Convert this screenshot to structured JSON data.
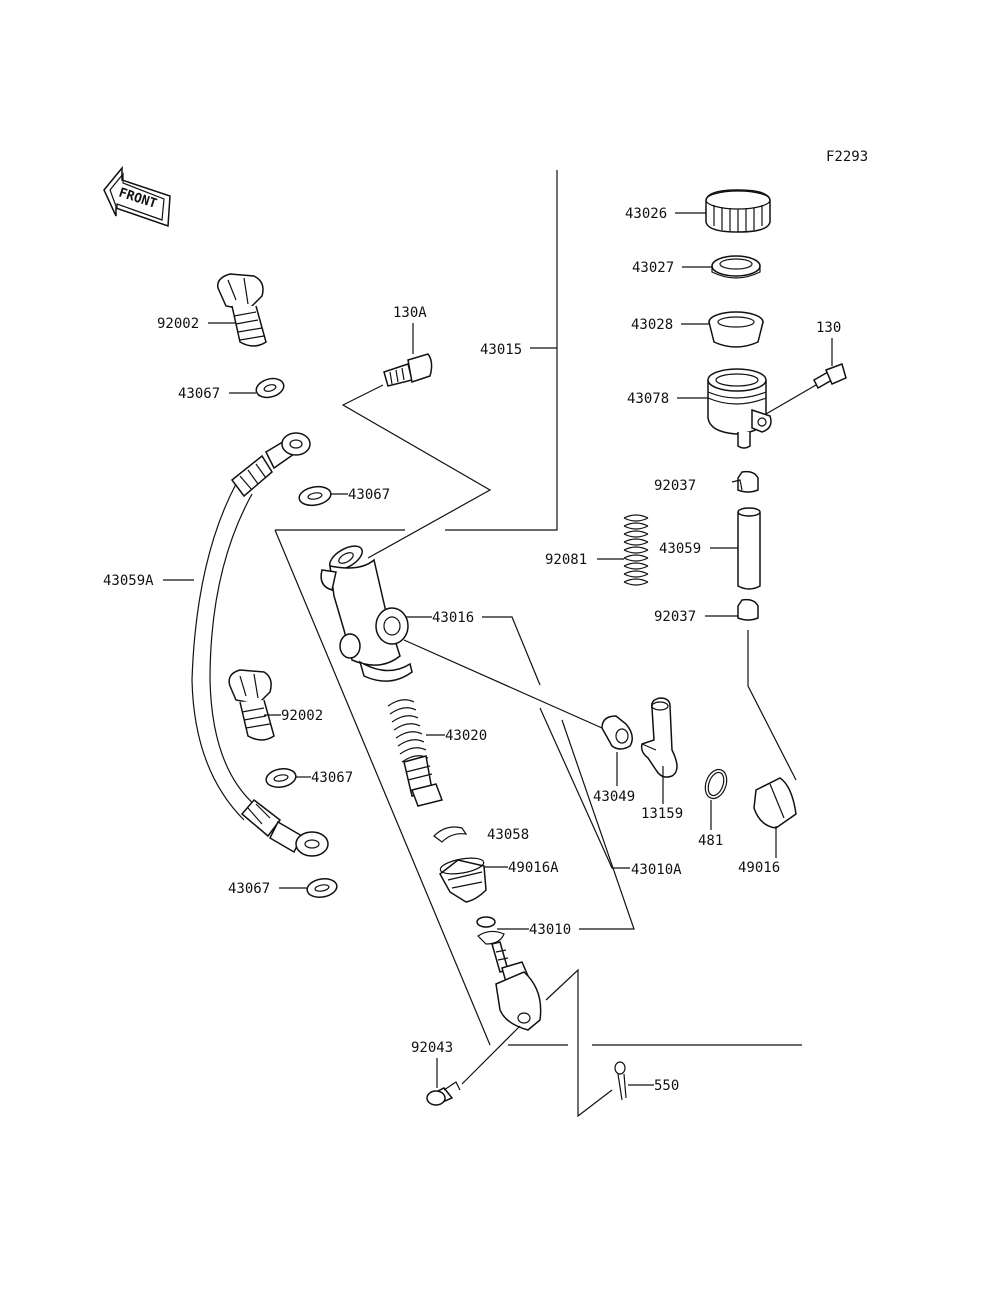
{
  "figure_code": "F2293",
  "front_label": "FRONT",
  "parts": {
    "p43026": "43026",
    "p43027": "43027",
    "p43028": "43028",
    "p130": "130",
    "p43078": "43078",
    "p92037_top": "92037",
    "p43059": "43059",
    "p92081": "92081",
    "p92037_bot": "92037",
    "p43015": "43015",
    "p130A": "130A",
    "p92002_top": "92002",
    "p43067_a": "43067",
    "p43067_b": "43067",
    "p43059A": "43059A",
    "p43016": "43016",
    "p92002_bot": "92002",
    "p43020": "43020",
    "p43067_c": "43067",
    "p43049": "43049",
    "p13159": "13159",
    "p481": "481",
    "p49016": "49016",
    "p43058": "43058",
    "p49016A": "49016A",
    "p43010A": "43010A",
    "p43067_d": "43067",
    "p43010": "43010",
    "p92043": "92043",
    "p550": "550"
  }
}
